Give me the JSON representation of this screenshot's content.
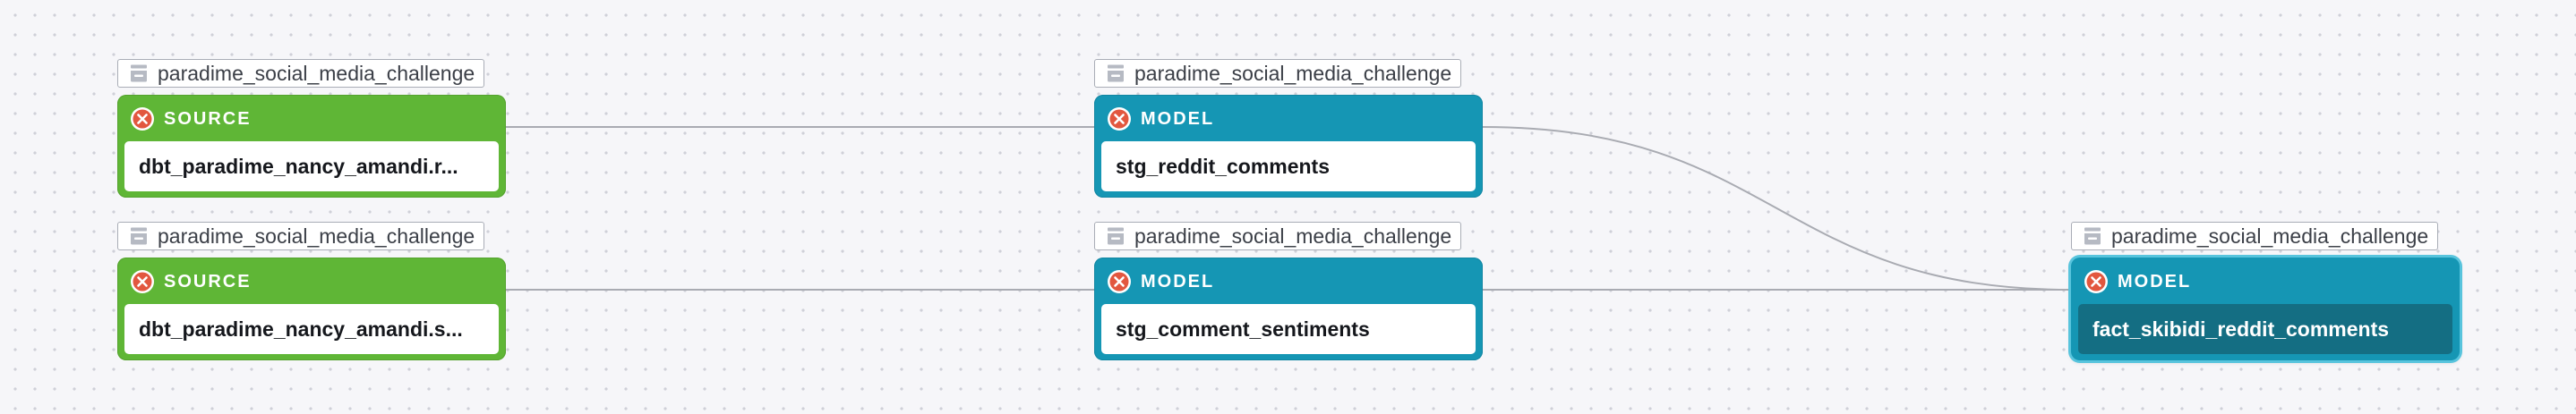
{
  "edges": [
    {
      "from": "src1",
      "to": "mdl1"
    },
    {
      "from": "src2",
      "to": "mdl2"
    },
    {
      "from": "mdl1",
      "to": "fact"
    },
    {
      "from": "mdl2",
      "to": "fact"
    }
  ],
  "nodes": {
    "src1": {
      "group": "paradime_social_media_challenge",
      "type": "SOURCE",
      "name": "dbt_paradime_nancy_amandi.r..."
    },
    "src2": {
      "group": "paradime_social_media_challenge",
      "type": "SOURCE",
      "name": "dbt_paradime_nancy_amandi.s..."
    },
    "mdl1": {
      "group": "paradime_social_media_challenge",
      "type": "MODEL",
      "name": "stg_reddit_comments"
    },
    "mdl2": {
      "group": "paradime_social_media_challenge",
      "type": "MODEL",
      "name": "stg_comment_sentiments"
    },
    "fact": {
      "group": "paradime_social_media_challenge",
      "type": "MODEL",
      "name": "fact_skibidi_reddit_comments",
      "selected": true
    }
  },
  "icons": {
    "group": "database-box-icon",
    "status": "error-status-icon"
  },
  "colors": {
    "source": "#5fb636",
    "model": "#1596b4",
    "selected_body": "#146e83",
    "edge": "#a9abb2",
    "status_icon": "#e2573f"
  }
}
